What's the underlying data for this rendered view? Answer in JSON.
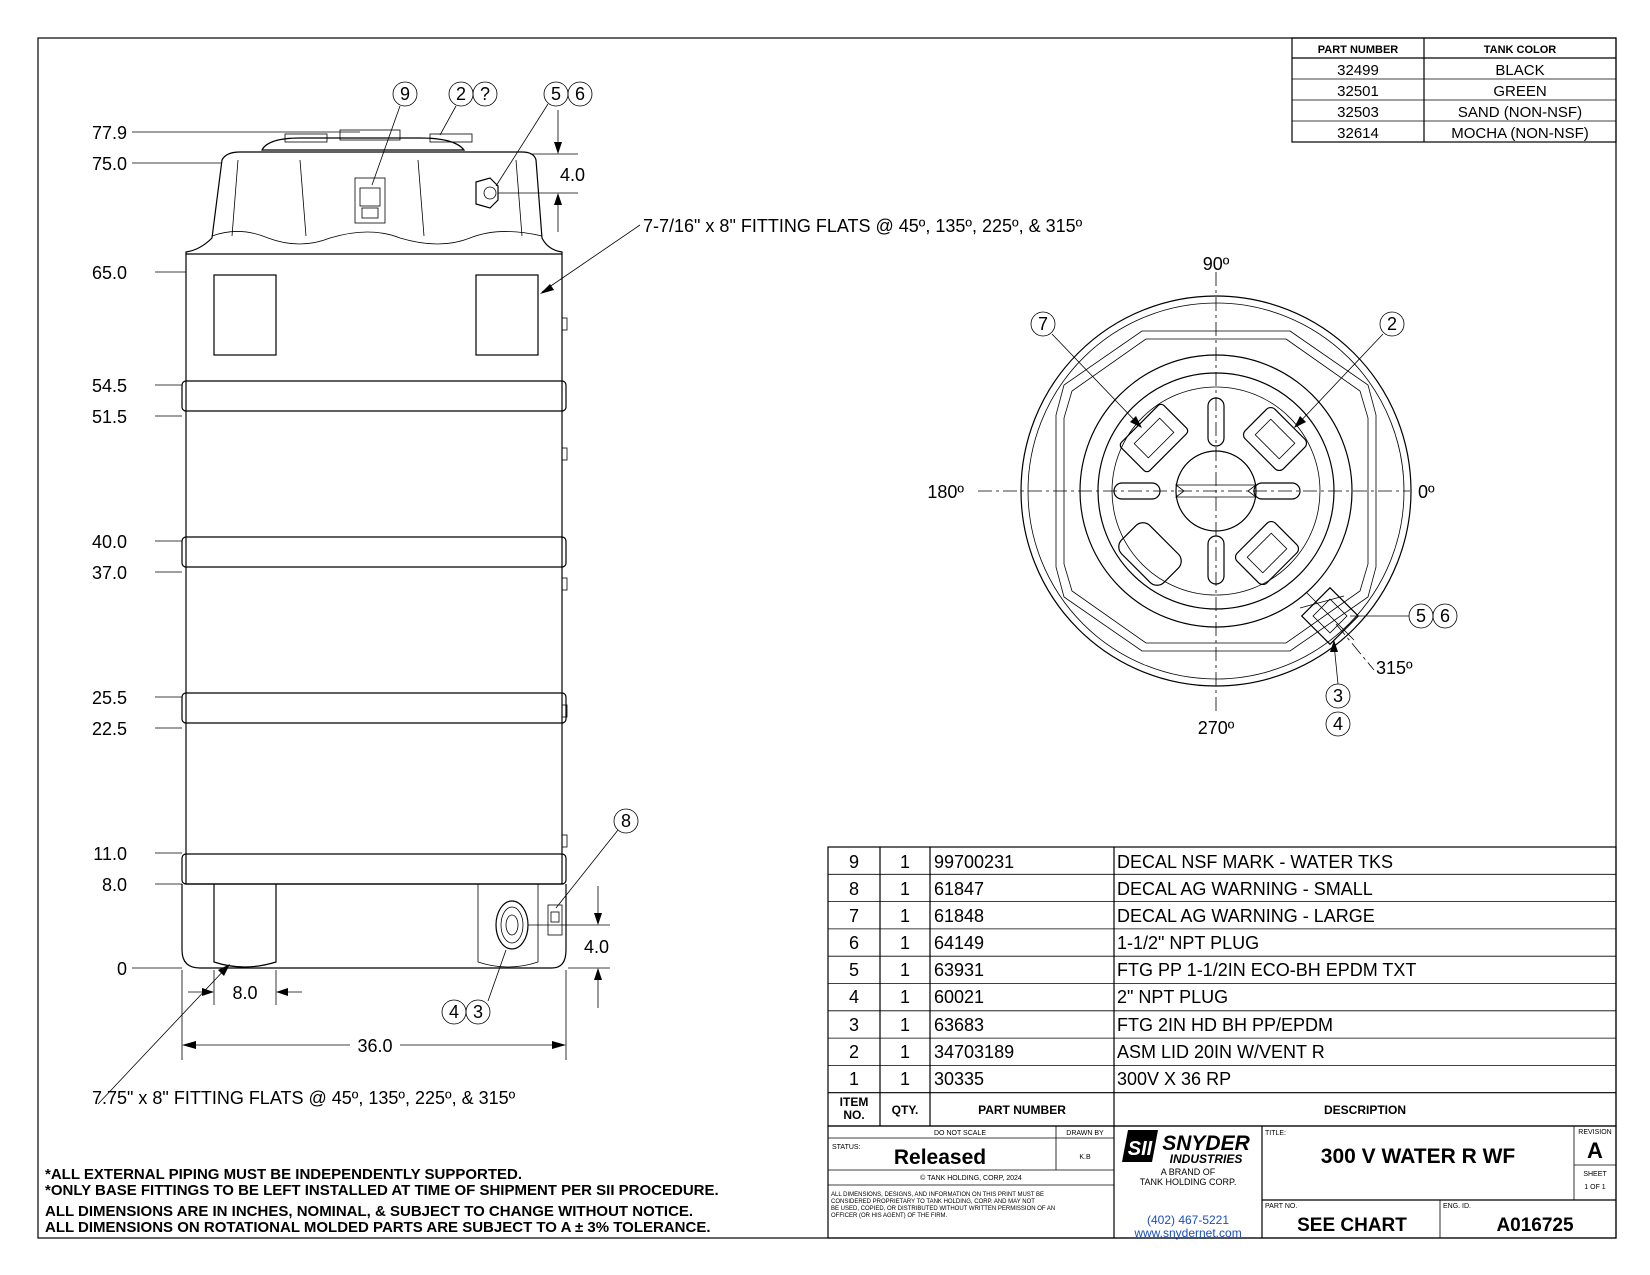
{
  "part_color_table": {
    "headers": [
      "PART NUMBER",
      "TANK COLOR"
    ],
    "rows": [
      [
        "32499",
        "BLACK"
      ],
      [
        "32501",
        "GREEN"
      ],
      [
        "32503",
        "SAND (NON-NSF)"
      ],
      [
        "32614",
        "MOCHA (NON-NSF)"
      ]
    ]
  },
  "elevation_view": {
    "height_dims": [
      "77.9",
      "75.0",
      "65.0",
      "54.5",
      "51.5",
      "40.0",
      "37.0",
      "25.5",
      "22.5",
      "11.0",
      "8.0",
      "0"
    ],
    "top_fitting_dim": "4.0",
    "bottom_fitting_dim": "4.0",
    "flat_width_dim": "8.0",
    "overall_width_dim": "36.0",
    "top_note": "7-7/16\" x 8\" FITTING FLATS @ 45º, 135º, 225º, & 315º",
    "bottom_note": "7.75\" x 8\" FITTING FLATS @ 45º, 135º, 225º, & 315º",
    "balloons": {
      "b9": "9",
      "b2": "2",
      "bq": "?",
      "b5": "5",
      "b6": "6",
      "b8": "8",
      "b4": "4",
      "b3": "3"
    }
  },
  "plan_view": {
    "angles": {
      "a90": "90º",
      "a180": "180º",
      "a0": "0º",
      "a270": "270º",
      "a315": "315º"
    },
    "balloons": {
      "b7": "7",
      "b2": "2",
      "b5": "5",
      "b6": "6",
      "b3": "3",
      "b4": "4"
    }
  },
  "bom": {
    "rows": [
      {
        "item": "9",
        "qty": "1",
        "part": "99700231",
        "desc": "DECAL NSF MARK - WATER TKS"
      },
      {
        "item": "8",
        "qty": "1",
        "part": "61847",
        "desc": "DECAL AG WARNING - SMALL"
      },
      {
        "item": "7",
        "qty": "1",
        "part": "61848",
        "desc": "DECAL AG WARNING - LARGE"
      },
      {
        "item": "6",
        "qty": "1",
        "part": "64149",
        "desc": "1-1/2\" NPT PLUG"
      },
      {
        "item": "5",
        "qty": "1",
        "part": "63931",
        "desc": "FTG PP 1-1/2IN ECO-BH EPDM TXT"
      },
      {
        "item": "4",
        "qty": "1",
        "part": "60021",
        "desc": "2\" NPT PLUG"
      },
      {
        "item": "3",
        "qty": "1",
        "part": "63683",
        "desc": "FTG 2IN HD BH PP/EPDM"
      },
      {
        "item": "2",
        "qty": "1",
        "part": "34703189",
        "desc": "ASM LID 20IN W/VENT R"
      },
      {
        "item": "1",
        "qty": "1",
        "part": "30335",
        "desc": "300V X 36 RP"
      }
    ],
    "header": {
      "item_1": "ITEM",
      "item_2": "NO.",
      "qty": "QTY.",
      "part": "PART NUMBER",
      "desc": "DESCRIPTION"
    }
  },
  "notes": [
    "*ALL EXTERNAL PIPING MUST BE INDEPENDENTLY SUPPORTED.",
    "*ONLY BASE FITTINGS TO BE LEFT INSTALLED AT TIME OF SHIPMENT PER SII PROCEDURE.",
    "ALL DIMENSIONS ARE IN INCHES, NOMINAL, & SUBJECT TO CHANGE WITHOUT NOTICE.",
    "ALL DIMENSIONS ON ROTATIONAL MOLDED PARTS ARE SUBJECT TO A ± 3% TOLERANCE."
  ],
  "title_block": {
    "do_not_scale": "DO NOT SCALE",
    "drawn_by_label": "DRAWN BY",
    "drawn_by": "K.B",
    "status_label": "STATUS:",
    "status": "Released",
    "copyright": "© TANK HOLDING, CORP, 2024",
    "disclaimer": [
      "ALL DIMENSIONS, DESIGNS, AND INFORMATION ON THIS PRINT MUST BE",
      "CONSIDERED PROPRIETARY TO TANK HOLDING, CORP. AND MAY NOT",
      "BE USED, COPIED, OR DISTRIBUTED WITHOUT WRITTEN PERMISSION OF AN",
      "OFFICER (OR HIS AGENT) OF THE FIRM."
    ],
    "logo_mark": "SII",
    "logo_name": "SNYDER",
    "logo_sub": "INDUSTRIES",
    "brand_1": "A BRAND OF",
    "brand_2": "TANK HOLDING CORP.",
    "phone": "(402) 467-5221",
    "website": "www.snydernet.com",
    "title_label": "TITLE:",
    "title": "300 V WATER R WF",
    "revision_label": "REVISION",
    "revision": "A",
    "sheet_label": "SHEET",
    "sheet": "1 OF 1",
    "part_no_label": "PART NO.",
    "part_no": "SEE CHART",
    "eng_id_label": "ENG. ID.",
    "eng_id": "A016725"
  },
  "colors": {
    "line": "#000000",
    "link": "#1a4fbf",
    "paper": "#ffffff"
  }
}
